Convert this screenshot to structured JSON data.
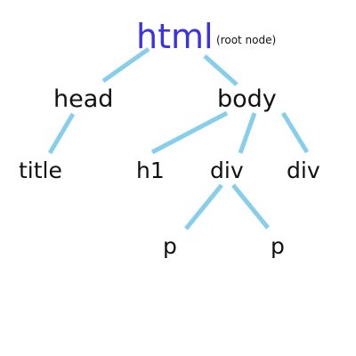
{
  "diagram": {
    "colors": {
      "root": "#3b32e6",
      "edge": "#87ceeb",
      "text": "#111111"
    },
    "root": {
      "label": "html",
      "note": "(root node)"
    },
    "nodes": {
      "head": "head",
      "body": "body",
      "title": "title",
      "h1": "h1",
      "div1": "div",
      "div2": "div",
      "p1": "p",
      "p2": "p"
    },
    "edges": [
      [
        "html",
        "head"
      ],
      [
        "html",
        "body"
      ],
      [
        "head",
        "title"
      ],
      [
        "body",
        "h1"
      ],
      [
        "body",
        "div1"
      ],
      [
        "body",
        "div2"
      ],
      [
        "div1",
        "p1"
      ],
      [
        "div1",
        "p2"
      ]
    ]
  }
}
